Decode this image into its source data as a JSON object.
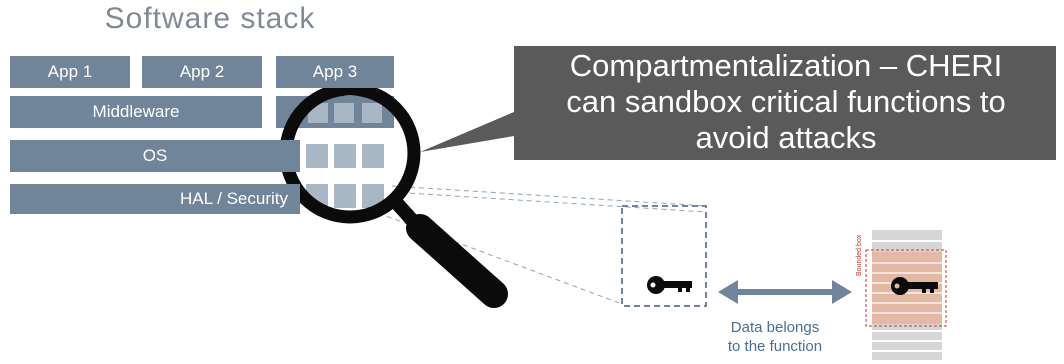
{
  "title": "Software stack",
  "layers": {
    "app1": "App 1",
    "app2": "App 2",
    "app3": "App 3",
    "middleware": "Middleware",
    "os": "OS",
    "hal": "HAL / Security"
  },
  "callout": {
    "line1": "Compartmentalization – CHERI",
    "line2": "can sandbox critical functions to",
    "line3": "avoid attacks"
  },
  "caption": {
    "line1": "Data belongs",
    "line2": "to the function"
  },
  "bounded_box_label": "Bounded box",
  "colors": {
    "layer": "#71859a",
    "callout": "#5a5a5a",
    "arrow": "#71859a",
    "memory_stripe": "#e3b9a6",
    "bounded_box": "#c0392b"
  }
}
